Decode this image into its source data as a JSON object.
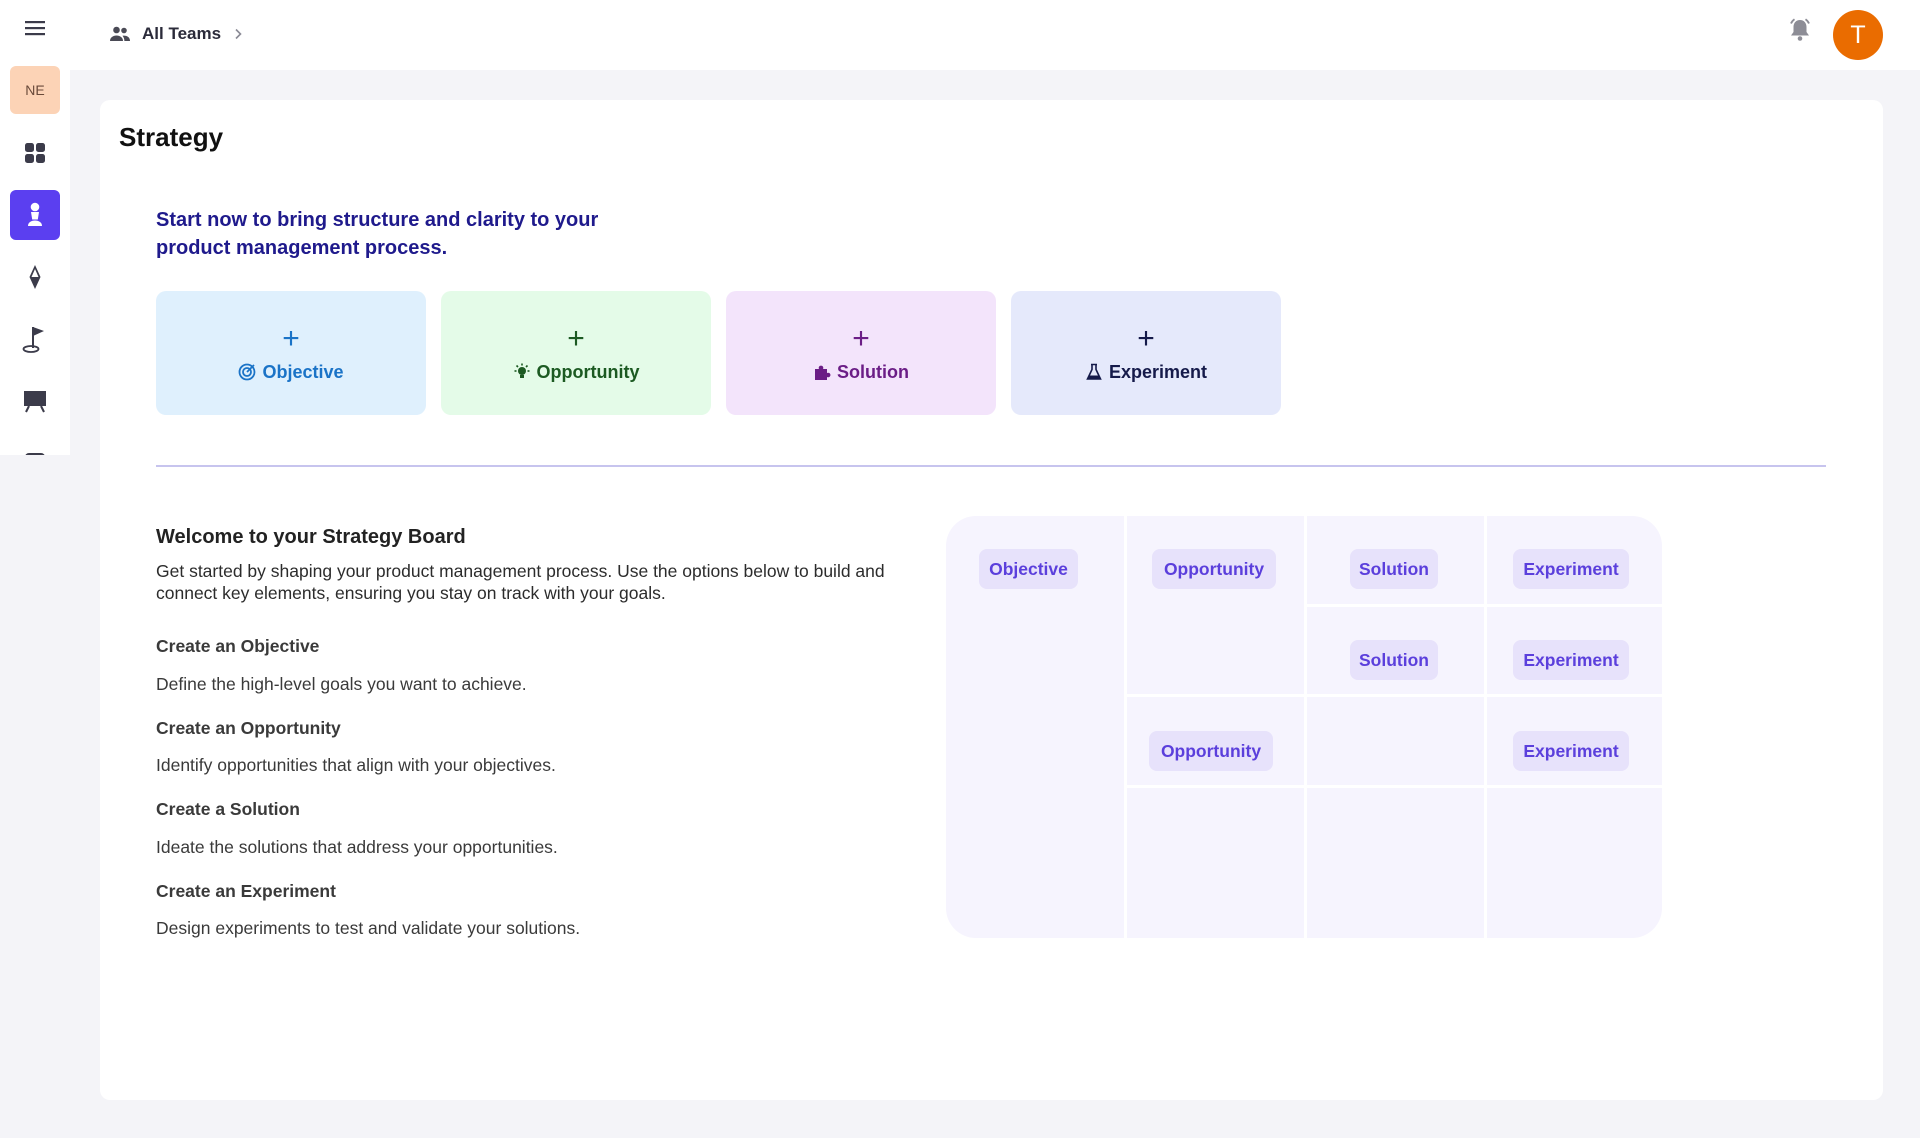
{
  "header": {
    "breadcrumb": "All Teams",
    "avatar_initial": "T",
    "avatar_color": "#ea6c00"
  },
  "sidebar": {
    "workspace_badge": "NE",
    "active_color": "#5b3ff0",
    "items": [
      {
        "icon": "menu-icon"
      },
      {
        "icon": "workspace-badge"
      },
      {
        "icon": "dashboard-icon"
      },
      {
        "icon": "chess-pawn-icon",
        "active": true
      },
      {
        "icon": "compass-icon"
      },
      {
        "icon": "golf-flag-icon"
      },
      {
        "icon": "presentation-board-icon"
      }
    ]
  },
  "page": {
    "title": "Strategy",
    "tagline": "Start now to bring structure and clarity to your product management process."
  },
  "create_buttons": [
    {
      "label": "Objective",
      "icon": "target-icon",
      "color": "#1a73c7",
      "bg": "#dff0fd"
    },
    {
      "label": "Opportunity",
      "icon": "lightbulb-icon",
      "color": "#1c5a22",
      "bg": "#e4fbe8"
    },
    {
      "label": "Solution",
      "icon": "puzzle-icon",
      "color": "#6b1d86",
      "bg": "#f3e4fb"
    },
    {
      "label": "Experiment",
      "icon": "flask-icon",
      "color": "#151a4a",
      "bg": "#e5e9fb"
    }
  ],
  "welcome": {
    "title": "Welcome to your Strategy Board",
    "description": "Get started by shaping your product management process. Use the options below to build and connect key elements, ensuring you stay on track with your goals.",
    "steps": [
      {
        "title": "Create an Objective",
        "description": "Define the high-level goals you want to achieve."
      },
      {
        "title": "Create an Opportunity",
        "description": "Identify opportunities that align with your objectives."
      },
      {
        "title": "Create a Solution",
        "description": "Ideate the solutions that address your opportunities."
      },
      {
        "title": "Create an Experiment",
        "description": "Design experiments to test and validate your solutions."
      }
    ]
  },
  "board_illustration": {
    "row1": [
      "Objective",
      "Opportunity",
      "Solution",
      "Experiment"
    ],
    "row2": [
      "Solution",
      "Experiment"
    ],
    "row3": [
      "Opportunity",
      "Experiment"
    ]
  }
}
